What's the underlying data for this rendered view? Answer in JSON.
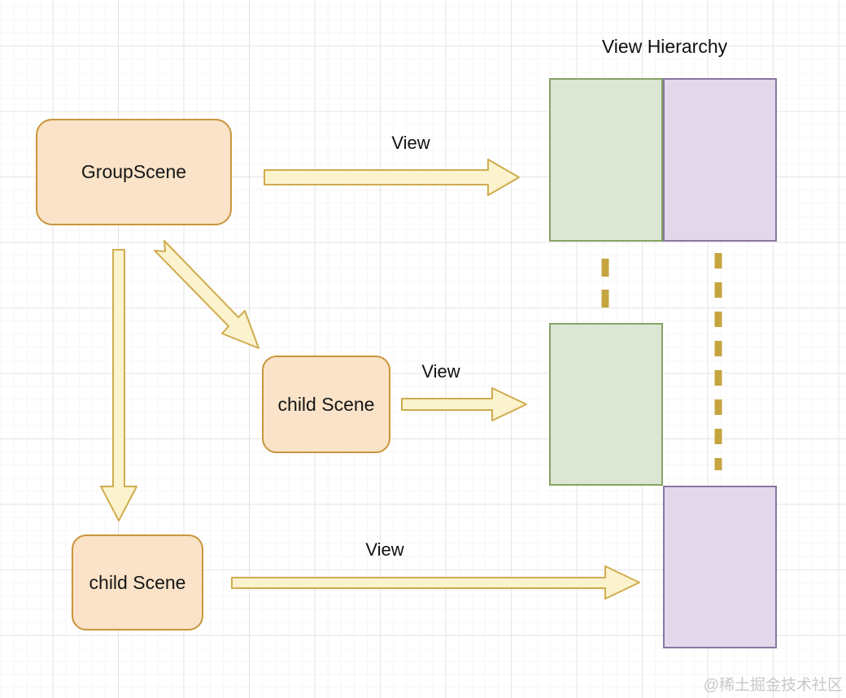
{
  "title": "View Hierarchy",
  "nodes": {
    "group_scene": {
      "label": "GroupScene"
    },
    "child_scene_middle": {
      "label": "child Scene"
    },
    "child_scene_bottom": {
      "label": "child Scene"
    }
  },
  "edge_labels": {
    "top": "View",
    "middle": "View",
    "bottom": "View"
  },
  "watermark": "@稀土掘金技术社区",
  "colors": {
    "scene_node_fill": "#fae3c8",
    "scene_node_border": "#c9953b",
    "arrow_fill": "#fbf2ce",
    "arrow_border": "#d0ac4e",
    "green_view_fill": "#dbe7d4",
    "green_view_border": "#85a364",
    "purple_view_fill": "#e2d8eb",
    "purple_view_border": "#8a76a3",
    "dashed_link_color": "#c6a43f",
    "grid_line": "#e4e4e4"
  }
}
